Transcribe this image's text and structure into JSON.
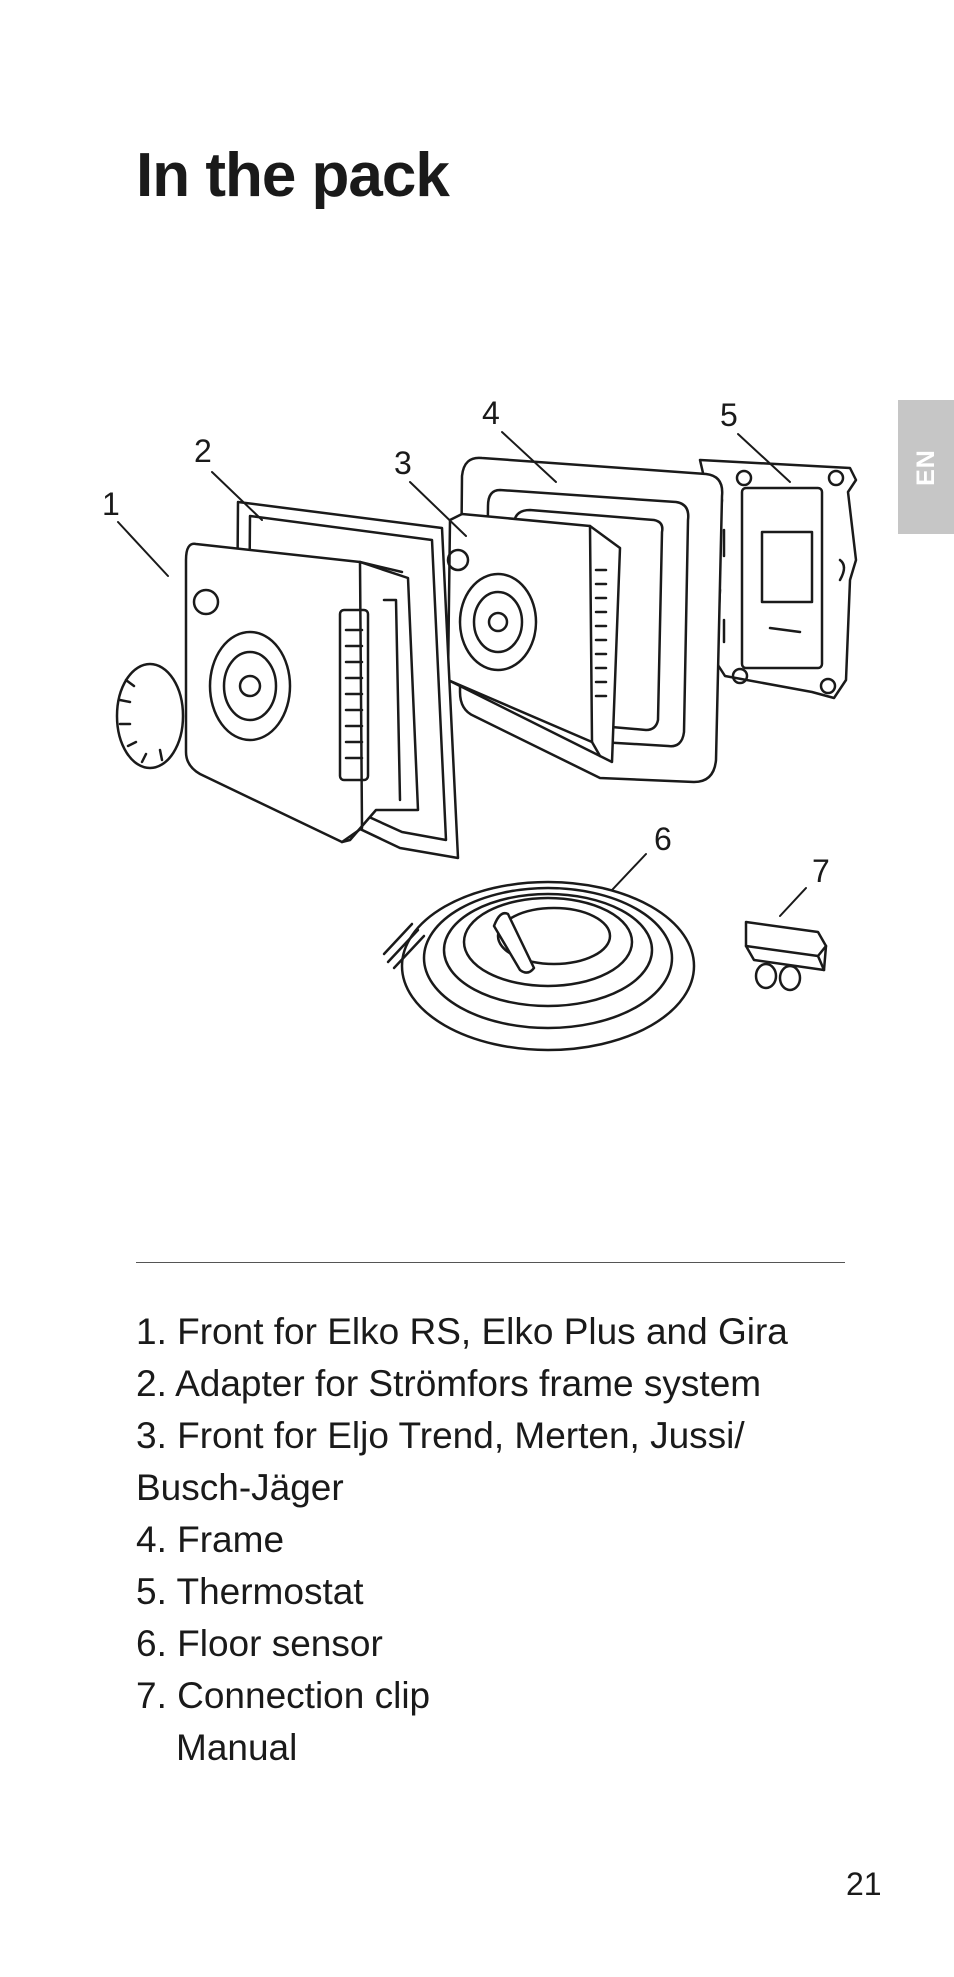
{
  "page": {
    "title": "In the pack",
    "language_tab": "EN",
    "page_number": "21"
  },
  "illustration": {
    "callouts": [
      "1",
      "2",
      "3",
      "4",
      "5",
      "6",
      "7"
    ]
  },
  "parts_list": {
    "items": [
      "1. Front for Elko RS, Elko Plus and Gira",
      "2. Adapter for Strömfors frame system",
      "3. Front for Eljo Trend, Merten, Jussi/",
      "Busch-Jäger",
      "4. Frame",
      "5. Thermostat",
      "6. Floor sensor",
      "7. Connection clip",
      "Manual"
    ]
  }
}
